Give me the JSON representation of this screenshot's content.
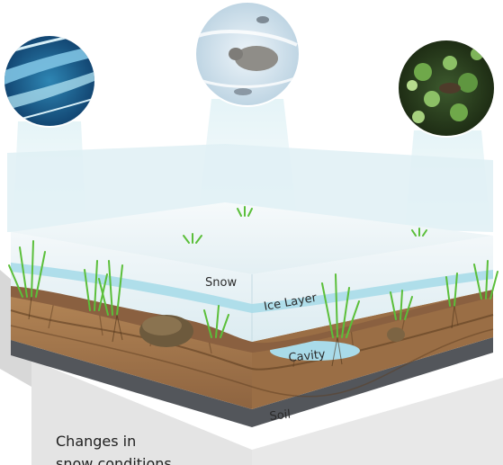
{
  "labels": {
    "snow": "Snow",
    "ice_layer": "Ice Layer",
    "cavity": "Cavity",
    "soil": "Soil"
  },
  "caption": {
    "line1": "Changes in",
    "line2": "snow conditions"
  },
  "insets": [
    {
      "name": "ice-surface-inset",
      "depicts": "ice and snow surface"
    },
    {
      "name": "lemming-on-snow-inset",
      "depicts": "lemming on snow"
    },
    {
      "name": "vegetation-inset",
      "depicts": "tundra vegetation"
    }
  ],
  "colors": {
    "snow": "#eef5f8",
    "ice": "#a9dbe9",
    "soil": "#a57a4f",
    "soil_dark": "#6f4a2a",
    "panel": "#e6e6e6",
    "shadow": "#55585d",
    "grass": "#5bbf3a"
  }
}
